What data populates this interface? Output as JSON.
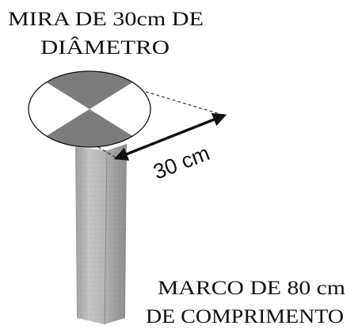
{
  "target_title": {
    "line1": "MIRA DE 30cm DE",
    "line2": "DIÂMETRO"
  },
  "dimension_label": "30 cm",
  "post_caption": {
    "line1": "MARCO DE 80 cm",
    "line2": "DE COMPRIMENTO"
  },
  "colors": {
    "target_dark": "#7c7c7c",
    "target_light": "#ffffff",
    "post": "#a9a9a9",
    "outline": "#111111"
  }
}
